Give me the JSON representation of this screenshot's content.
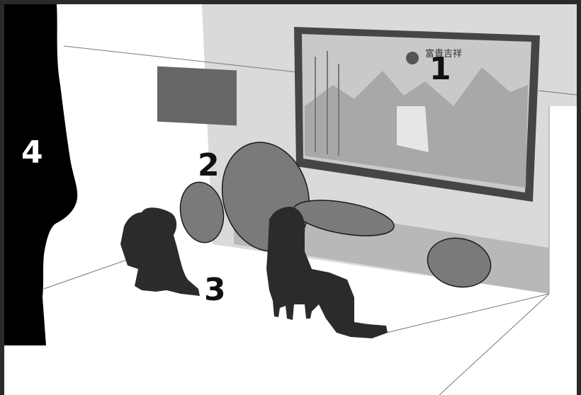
{
  "labels": {
    "painting": "1",
    "shadow_zone": "2",
    "figures": "3",
    "foreground_wall": "4"
  },
  "calligraphy": "富貴吉祥",
  "colors": {
    "frame": "#2a2a2a",
    "back_wall": "#dadada",
    "painting_frame": "#454545",
    "painting_canvas": "#c9c9c9",
    "ellipse_fill": "#7a7a7a",
    "silhouette": "#2b2b2b",
    "foreground": "#000000"
  }
}
